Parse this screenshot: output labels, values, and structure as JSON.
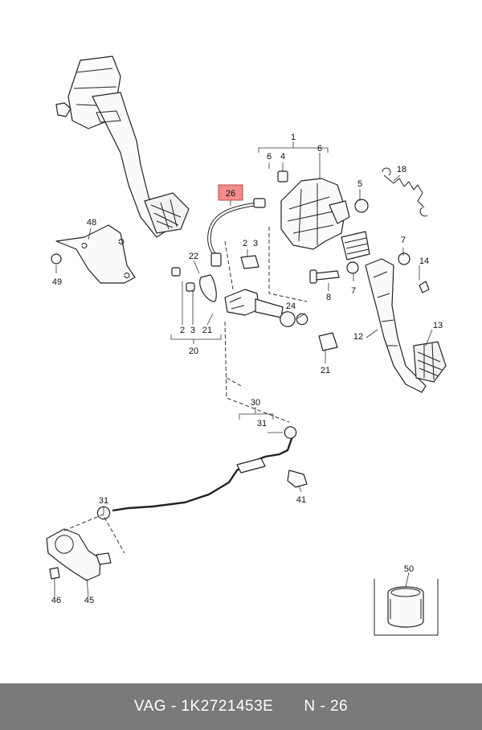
{
  "callouts": {
    "c1": "1",
    "c6a": "6",
    "c4": "4",
    "c5": "5",
    "c6b": "6",
    "c18": "18",
    "c26": "26",
    "c48": "48",
    "c49": "49",
    "c22": "22",
    "c2a": "2",
    "c3a": "3",
    "c7a": "7",
    "c14": "14",
    "c8": "8",
    "c7b": "7",
    "c24": "24",
    "c2b": "2",
    "c3b": "3",
    "c21a": "21",
    "c20": "20",
    "c12": "12",
    "c13": "13",
    "c21b": "21",
    "c30": "30",
    "c31a": "31",
    "c41": "41",
    "c31b": "31",
    "c46": "46",
    "c45": "45",
    "c50": "50"
  },
  "footer": {
    "part_number": "VAG - 1K2721453E",
    "ref": "N - 26"
  },
  "colors": {
    "highlight": "#f28b8b",
    "footer_bg": "#7a7a7a",
    "footer_text": "#ffffff"
  }
}
